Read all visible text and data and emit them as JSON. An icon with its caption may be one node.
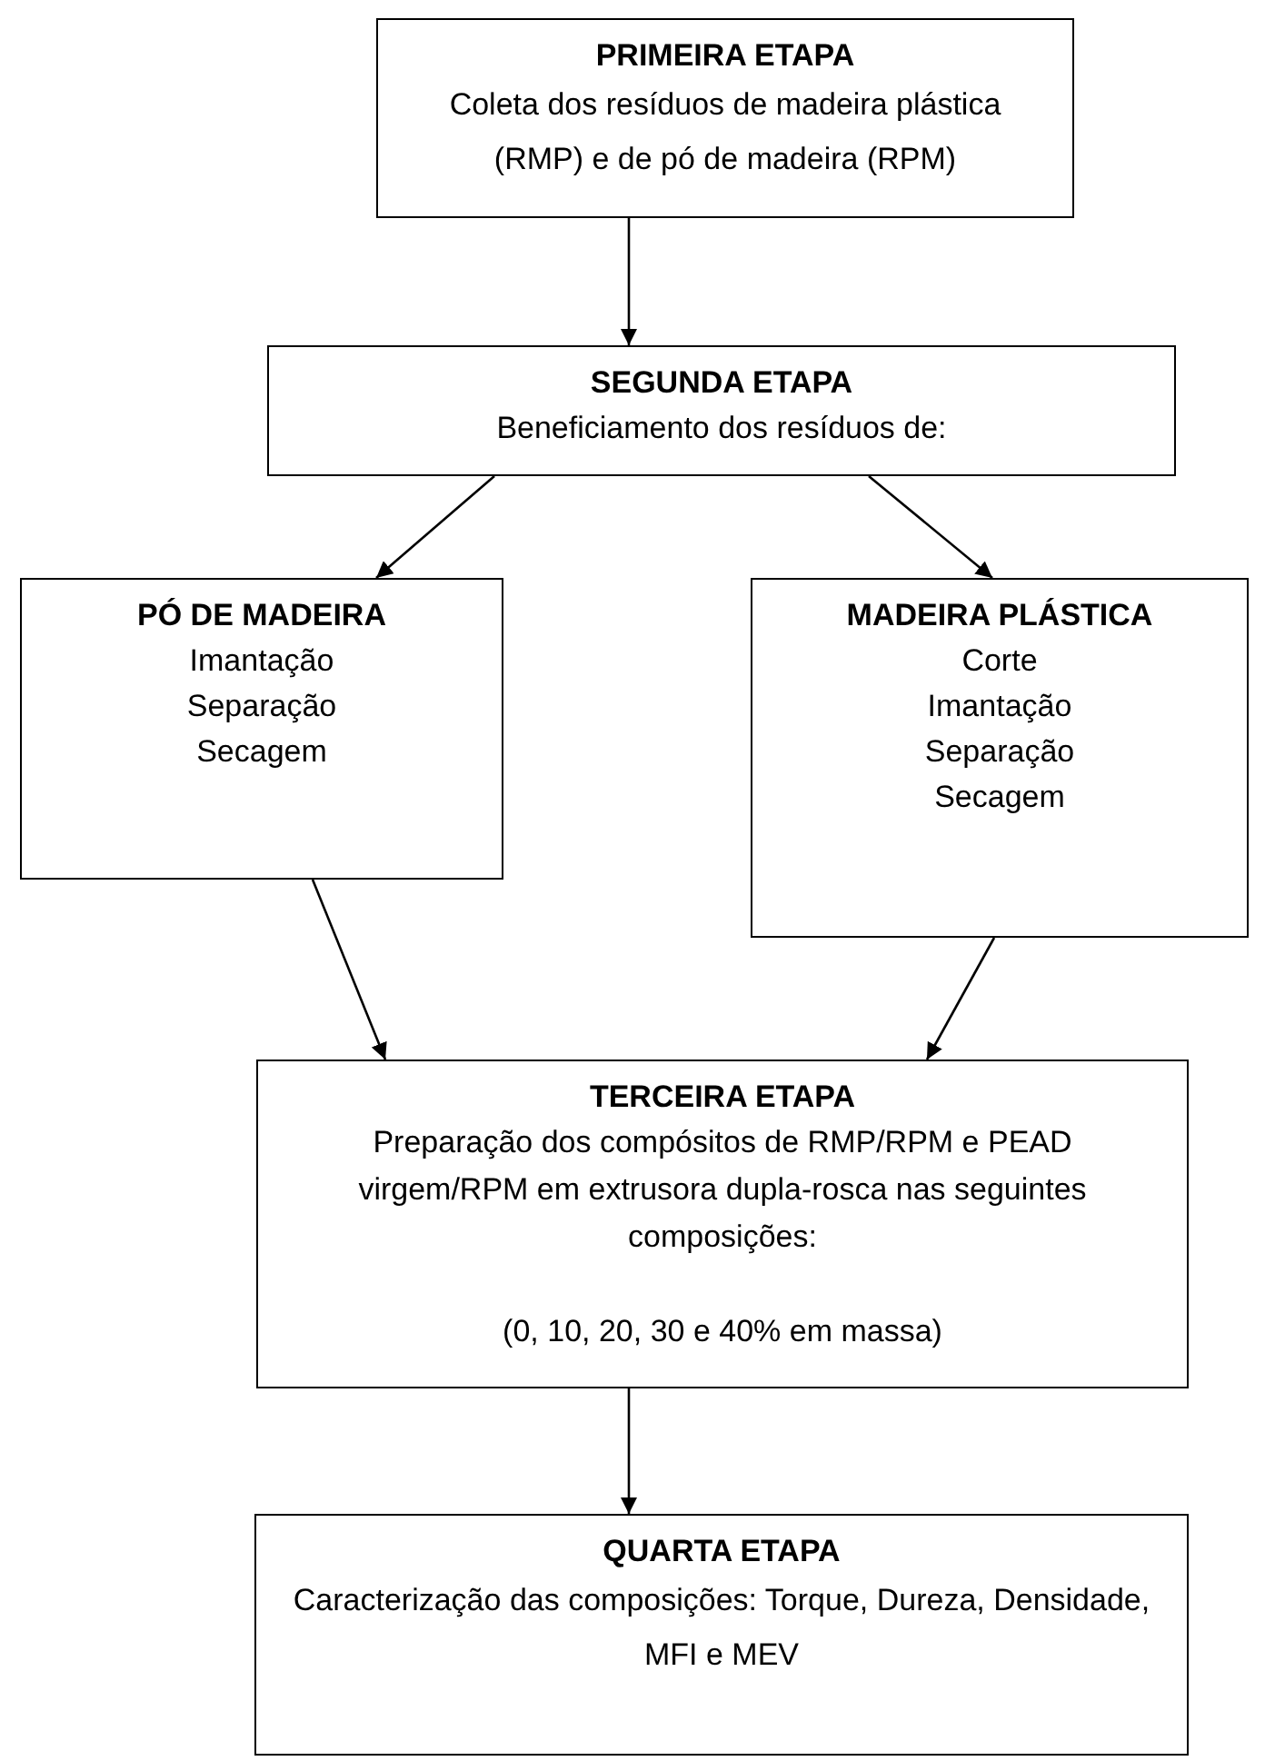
{
  "diagram": {
    "nodes": [
      {
        "text": [
          "PRIMEIRA ETAPA",
          "Coleta dos resíduos de madeira plástica (RMP) e de pó de madeira (RPM)"
        ]
      },
      {
        "text": [
          "SEGUNDA ETAPA",
          "Beneficiamento dos resíduos de:"
        ]
      },
      {
        "text": [
          "PÓ DE MADEIRA",
          "Imantação",
          "Separação",
          "Secagem"
        ]
      },
      {
        "text": [
          "MADEIRA PLÁSTICA",
          "Corte",
          "Imantação",
          "Separação",
          "Secagem"
        ]
      },
      {
        "text": [
          "TERCEIRA ETAPA",
          "Preparação dos compósitos de RMP/RPM e PEAD virgem/RPM em extrusora dupla-rosca nas seguintes composições:",
          "(0, 10, 20, 30 e 40% em massa)"
        ]
      },
      {
        "text": [
          "QUARTA ETAPA",
          "Caracterização das composições: Torque, Dureza, Densidade, MFI e MEV"
        ]
      }
    ],
    "edges": [
      {
        "from": 0,
        "to": 1,
        "arrow": "to"
      },
      {
        "from": 1,
        "to": 2,
        "arrow": "to"
      },
      {
        "from": 1,
        "to": 3,
        "arrow": "to"
      },
      {
        "from": 2,
        "to": 4,
        "arrow": "to"
      },
      {
        "from": 3,
        "to": 4,
        "arrow": "to"
      },
      {
        "from": 4,
        "to": 5,
        "arrow": "to"
      }
    ]
  }
}
